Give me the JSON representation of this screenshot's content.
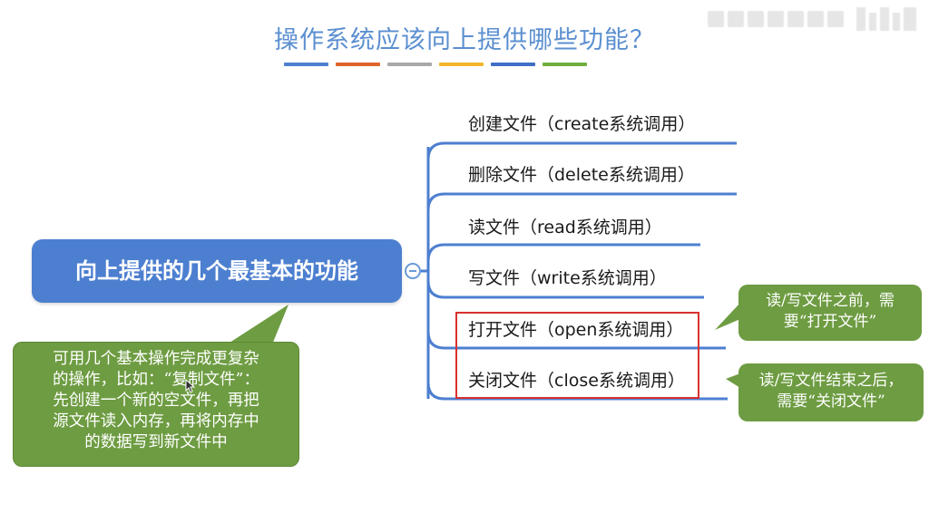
{
  "title": "操作系统应该向上提供哪些功能？",
  "title_bar_colors": [
    "#4d7fd0",
    "#e0632a",
    "#a9a9a9",
    "#f2b52c",
    "#3f6ec6",
    "#6fae3e"
  ],
  "central_node": "向上提供的几个最基本的功能",
  "branches": [
    "创建文件（create系统调用）",
    "删除文件（delete系统调用）",
    "读文件（read系统调用）",
    "写文件（write系统调用）",
    "打开文件（open系统调用）",
    "关闭文件（close系统调用）"
  ],
  "notes": {
    "copy_example": [
      "可用几个基本操作完成更复杂",
      "的操作，比如：“复制文件”：",
      "先创建一个新的空文件，再把",
      "源文件读入内存，再将内存中",
      "的数据写到新文件中"
    ],
    "open_note": [
      "读/写文件之前，需",
      "要“打开文件”"
    ],
    "close_note": [
      "读/写文件结束之后，",
      "需要“关闭文件”"
    ]
  },
  "colors": {
    "central": "#4d7fd0",
    "connector": "#4d7fd0",
    "note": "#6e9c42",
    "highlight": "#d9312f"
  }
}
